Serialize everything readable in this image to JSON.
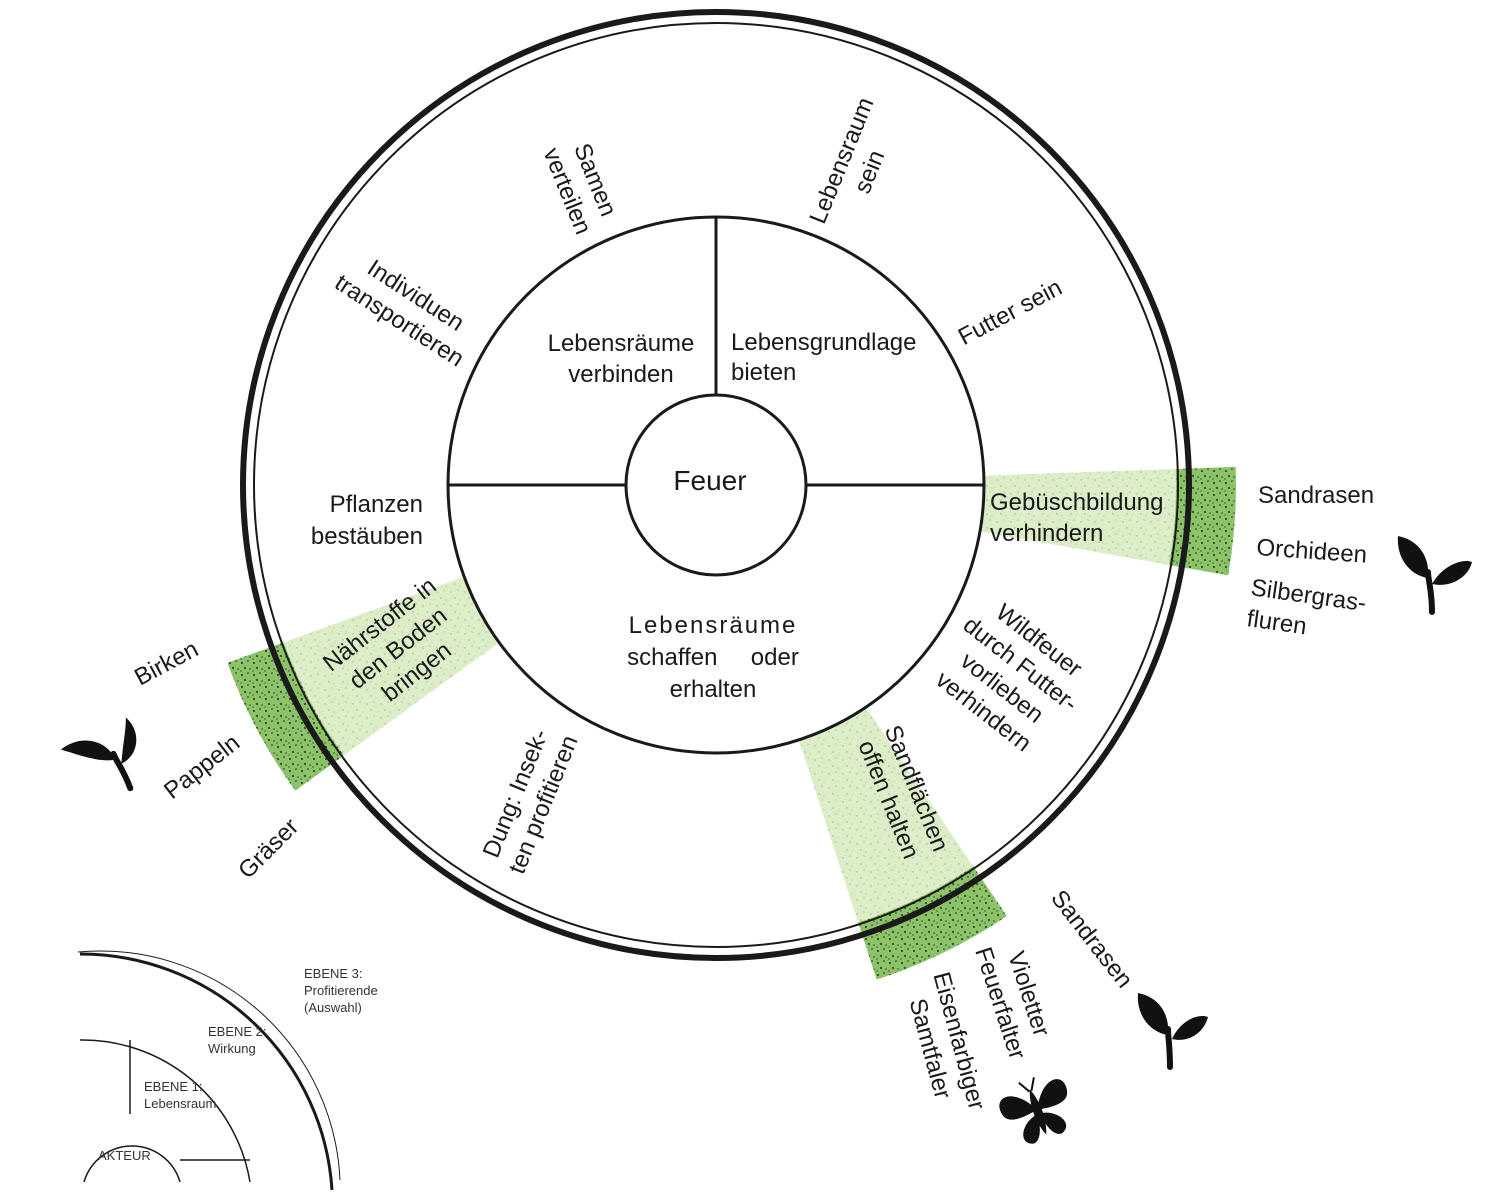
{
  "center": {
    "label": "Feuer"
  },
  "level1": {
    "top_left": [
      "Lebensräume",
      "verbinden"
    ],
    "top_right": [
      "Lebensgrundlage",
      "bieten"
    ],
    "bottom": [
      "Lebensräume",
      "schaffen     oder",
      "erhalten"
    ]
  },
  "level2": {
    "samen": [
      "Samen",
      "verteilen"
    ],
    "lebensraum": [
      "Lebensraum",
      "sein"
    ],
    "individuen": [
      "Individuen",
      "transportieren"
    ],
    "futter": [
      "Futter sein"
    ],
    "pflanzen": [
      "Pflanzen",
      "bestäuben"
    ],
    "gebuesch": [
      "Gebüschbildung",
      "verhindern"
    ],
    "naehrstoffe": [
      "Nährstoffe in",
      "den Boden",
      "bringen"
    ],
    "wildfeuer": [
      "Wildfeuer",
      "durch Futter-",
      "vorlieben",
      "verhindern"
    ],
    "dung": [
      "Dung: Insek-",
      "ten profitieren"
    ],
    "sandflaechen": [
      "Sandflächen",
      "offen halten"
    ]
  },
  "level3": {
    "right": [
      "Sandrasen",
      "Orchideen",
      "Silbergras-",
      "fluren"
    ],
    "left": [
      "Birken",
      "Pappeln",
      "Gräser"
    ],
    "bottom_sandrasen": "Sandrasen",
    "bottom_violetter": [
      "Violetter",
      "Feuerfalter"
    ],
    "bottom_eisen": [
      "Eisenfarbiger",
      "Samtfaler"
    ]
  },
  "legend": {
    "ebene3": [
      "EBENE 3:",
      "Profitierende",
      "(Auswahl)"
    ],
    "ebene2": [
      "EBENE 2:",
      "Wirkung"
    ],
    "ebene1": [
      "EBENE 1:",
      "Lebensraum"
    ],
    "akteur": "AKTEUR"
  },
  "icons": [
    "plant-icon",
    "butterfly-icon"
  ],
  "colors": {
    "green_light": "#d9ecc4",
    "green_band": "#8cc36a",
    "green_dark": "#3f6b2a",
    "ink": "#1a1a1a"
  }
}
